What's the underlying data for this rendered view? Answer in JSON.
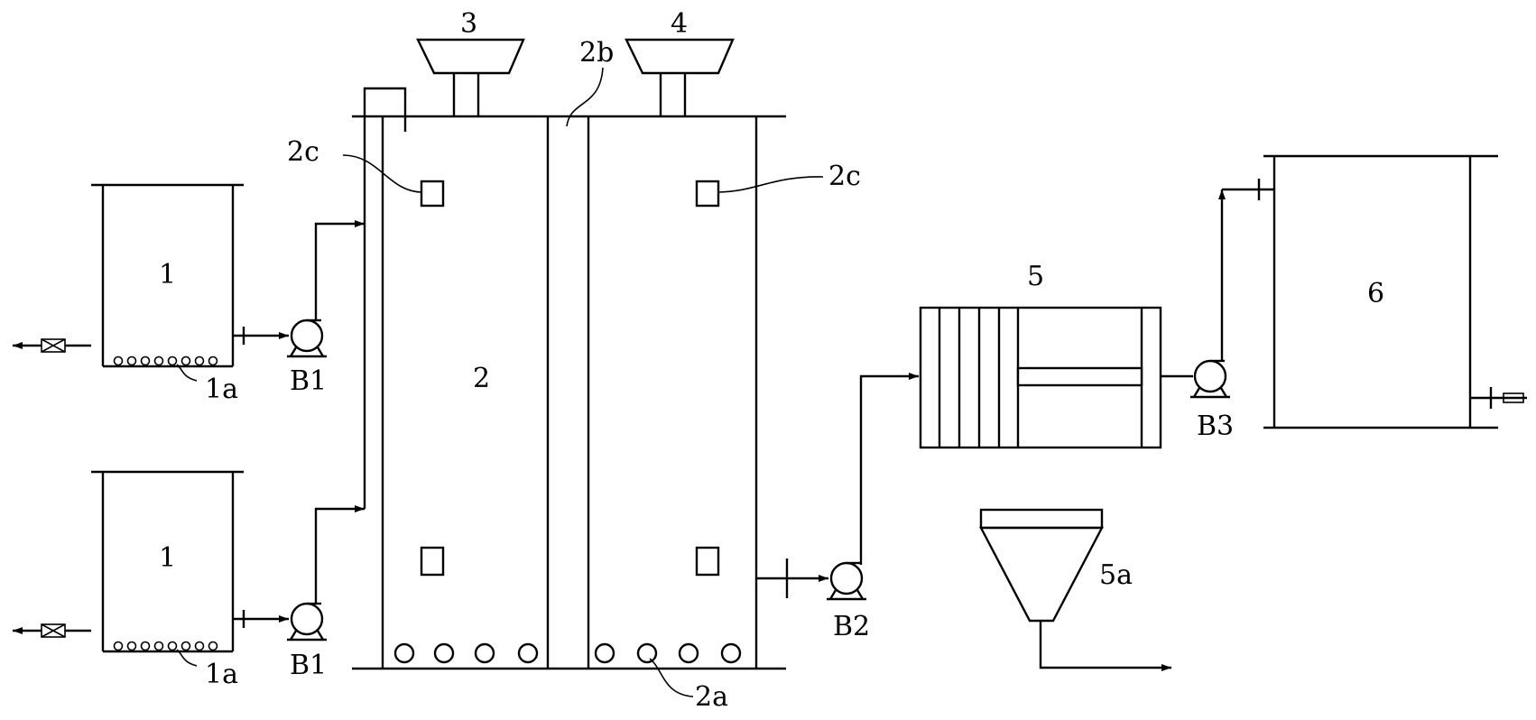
{
  "labels": {
    "tank_1_top": "1",
    "tank_1_bottom": "1",
    "aerator_1a_top": "1a",
    "aerator_1a_bottom": "1a",
    "pump_b1_top": "B1",
    "pump_b1_bottom": "B1",
    "reactor": "2",
    "aerator_2a": "2a",
    "partition_2b": "2b",
    "sensor_2c_left": "2c",
    "sensor_2c_right": "2c",
    "hopper_3": "3",
    "hopper_4": "4",
    "pump_b2": "B2",
    "filter_press": "5",
    "cake_hopper": "5a",
    "pump_b3": "B3",
    "tank_6": "6"
  }
}
